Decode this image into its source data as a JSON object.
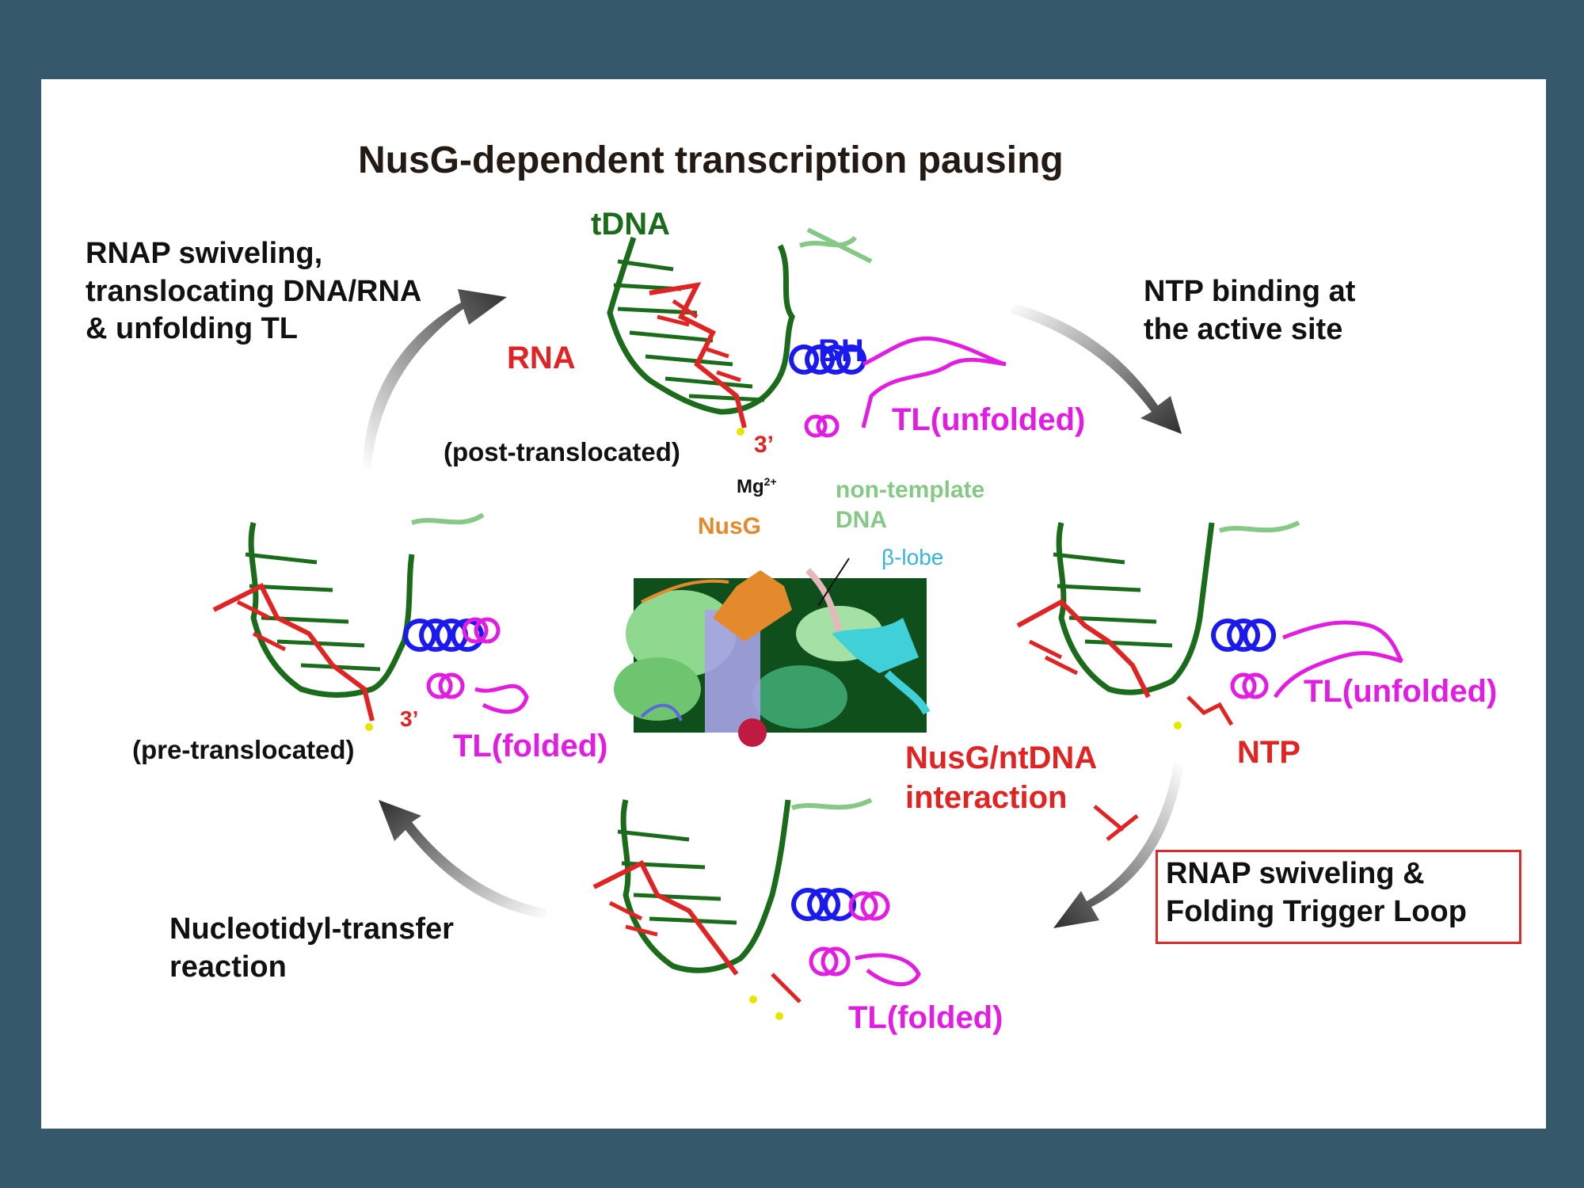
{
  "title": "NusG-dependent transcription pausing",
  "steps": {
    "top_left_line1": "RNAP swiveling,",
    "top_left_line2": "translocating DNA/RNA",
    "top_left_line3": "& unfolding TL",
    "top_right_line1": "NTP binding at",
    "top_right_line2": "the active site",
    "bottom_left_line1": "Nucleotidyl-transfer",
    "bottom_left_line2": "reaction",
    "boxed_line1": "RNAP swiveling &",
    "boxed_line2": "Folding Trigger Loop"
  },
  "inhibitor": {
    "line1": "NusG/ntDNA",
    "line2": "interaction"
  },
  "labels": {
    "tdna": "tDNA",
    "rna": "RNA",
    "bh": "BH",
    "three_prime": "3’",
    "mg": "Mg",
    "mg_charge": "2+",
    "tl_unfolded": "TL(unfolded)",
    "tl_folded": "TL(folded)",
    "ntp": "NTP",
    "post_translocated": "(post-translocated)",
    "pre_translocated": "(pre-translocated)",
    "non_template_line1": "non-template",
    "non_template_line2": "DNA",
    "nusg": "NusG",
    "beta_lobe": "β-lobe"
  },
  "colors": {
    "background": "#35586a",
    "panel": "#ffffff",
    "template_dna": "#1a6b1a",
    "non_template_dna": "#86c986",
    "rna": "#e02424",
    "bridge_helix": "#1a1aee",
    "trigger_loop": "#e21de2",
    "nusg": "#e58a2c",
    "beta_lobe": "#3cb3d6",
    "arrow": "#333333"
  }
}
